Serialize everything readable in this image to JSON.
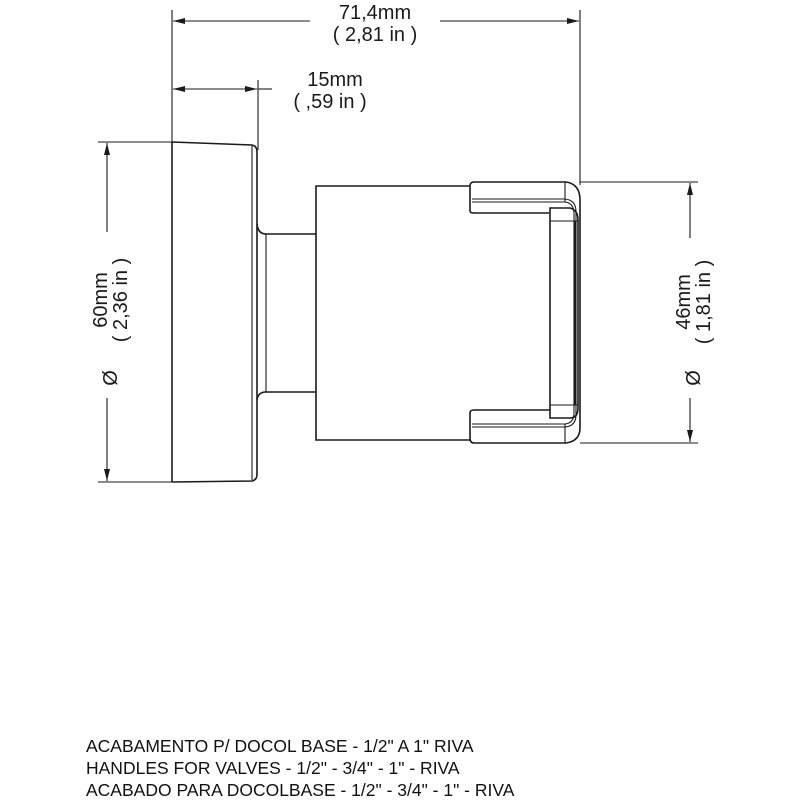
{
  "dimensions": {
    "overall_length": {
      "mm": "71,4mm",
      "in": "( 2,81 in )"
    },
    "base_depth": {
      "mm": "15mm",
      "in": "( ,59 in )"
    },
    "base_diameter": {
      "symbol": "Ø",
      "mm": "60mm",
      "in": "( 2,36 in )"
    },
    "handle_diameter": {
      "symbol": "Ø",
      "mm": "46mm",
      "in": "( 1,81 in )"
    }
  },
  "caption": [
    "ACABAMENTO P/ DOCOL BASE - 1/2\" A 1\" RIVA",
    "HANDLES FOR VALVES - 1/2\" - 3/4\" - 1\" - RIVA",
    "ACABADO PARA DOCOLBASE - 1/2\" - 3/4\" - 1\" - RIVA"
  ],
  "colors": {
    "line": "#1a1a1a",
    "background": "#ffffff"
  }
}
